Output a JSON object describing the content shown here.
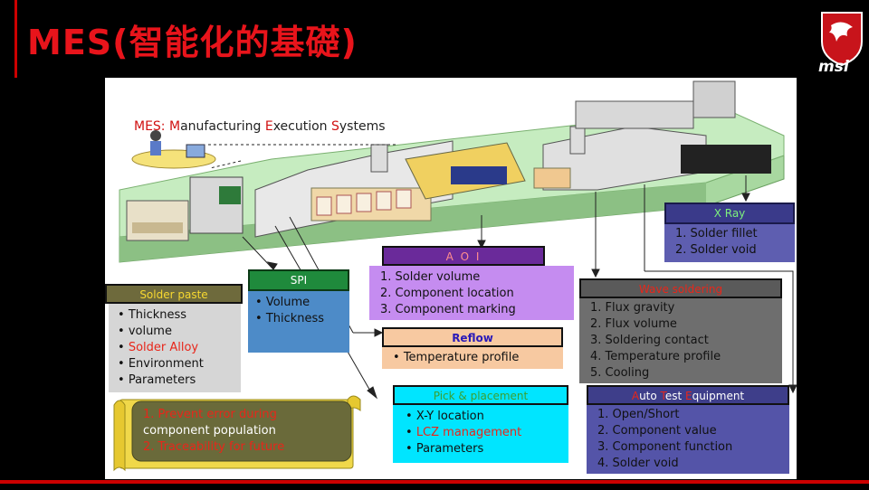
{
  "title": "MES(智能化的基礎)",
  "logo_text": "msi",
  "mes_caption": {
    "parts": [
      {
        "t": "MES: ",
        "red": true
      },
      {
        "t": "M",
        "red": true
      },
      {
        "t": "anufacturing ",
        "red": false
      },
      {
        "t": "E",
        "red": true
      },
      {
        "t": "xecution ",
        "red": false
      },
      {
        "t": "S",
        "red": true
      },
      {
        "t": "ystems",
        "red": false
      }
    ]
  },
  "solder_paste": {
    "header": "Solder paste",
    "items": [
      "Thickness",
      "volume",
      "Solder Alloy",
      "Environment",
      "Parameters"
    ],
    "highlight_index": 2
  },
  "spi": {
    "header": "SPI",
    "items": [
      "Volume",
      "Thickness"
    ]
  },
  "aoi": {
    "header": "A O I",
    "items": [
      "1.  Solder volume",
      "2.  Component location",
      "3.  Component marking"
    ]
  },
  "reflow": {
    "header": "Reflow",
    "items": [
      "Temperature profile"
    ]
  },
  "pick_place": {
    "header": "Pick & placement",
    "items": [
      "X-Y location",
      "LCZ management",
      "Parameters"
    ],
    "highlight_index": 1
  },
  "xray": {
    "header": "X Ray",
    "items": [
      "1.   Solder fillet",
      "2.   Solder void"
    ]
  },
  "wave": {
    "header": "Wave soldering",
    "items": [
      "1.   Flux gravity",
      "2.   Flux volume",
      "3.   Soldering contact",
      "4.   Temperature profile",
      "5.   Cooling"
    ]
  },
  "ate": {
    "header_parts": [
      {
        "t": "A",
        "red": true
      },
      {
        "t": "uto ",
        "red": false
      },
      {
        "t": "T",
        "red": true
      },
      {
        "t": "est ",
        "red": false
      },
      {
        "t": "E",
        "red": true
      },
      {
        "t": "quipment",
        "red": false
      }
    ],
    "items": [
      "1.   Open/Short",
      "2.   Component value",
      "3.   Component function",
      "4.   Solder void"
    ]
  },
  "scroll": {
    "items": [
      "1.     Prevent error during",
      "        component population",
      "2.     Traceability for future"
    ]
  },
  "colors": {
    "title_red": "#e8141b",
    "spi_green": "#1f8a3c",
    "xray_blue": "#4a4aa0",
    "pick_cyan": "#00e5ff",
    "reflow_orange": "#f7c9a1",
    "aoi_purple": "#c58cf0",
    "wave_gray": "#6e6e6e",
    "ate_blue": "#5454a8",
    "scroll_yellow": "#f0d84a"
  }
}
